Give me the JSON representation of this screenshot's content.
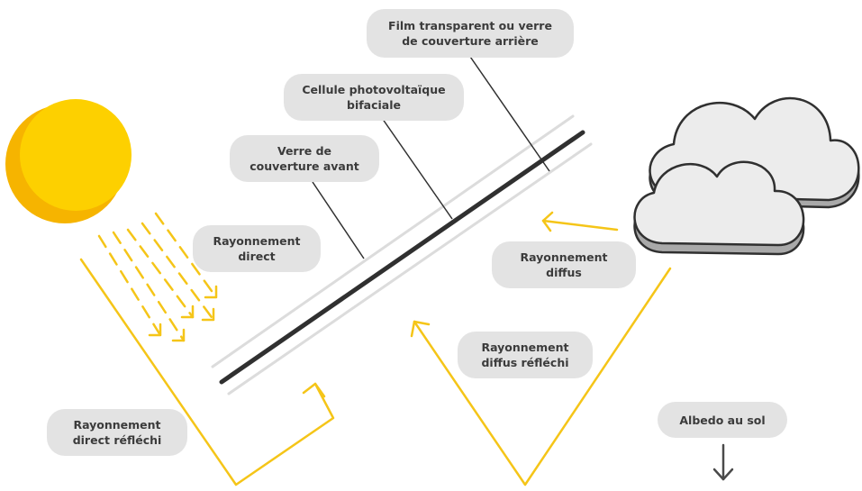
{
  "labels": {
    "film": [
      "Film transparent ou verre",
      "de couverture arrière"
    ],
    "cell": [
      "Cellule photovoltaïque",
      "bifaciale"
    ],
    "front_glass": [
      "Verre de",
      "couverture avant"
    ],
    "direct": [
      "Rayonnement",
      "direct"
    ],
    "diffuse": [
      "Rayonnement",
      "diffus"
    ],
    "diffuse_reflected": [
      "Rayonnement",
      "diffus réfléchi"
    ],
    "direct_reflected": [
      "Rayonnement",
      "direct réfléchi"
    ],
    "albedo": "Albedo au sol"
  },
  "colors": {
    "sun": "#fdd000",
    "sun_shade": "#f6b400",
    "ray": "#f5c518",
    "cloud": "#ececec",
    "cloud_shadow": "#a9a9a9",
    "outline": "#303030",
    "glass": "#dcdcdc",
    "label_bg": "#e3e3e3",
    "label_text": "#3b3b3b"
  },
  "icons": [
    "sun-icon",
    "cloud-icon",
    "arrow-down-icon"
  ]
}
